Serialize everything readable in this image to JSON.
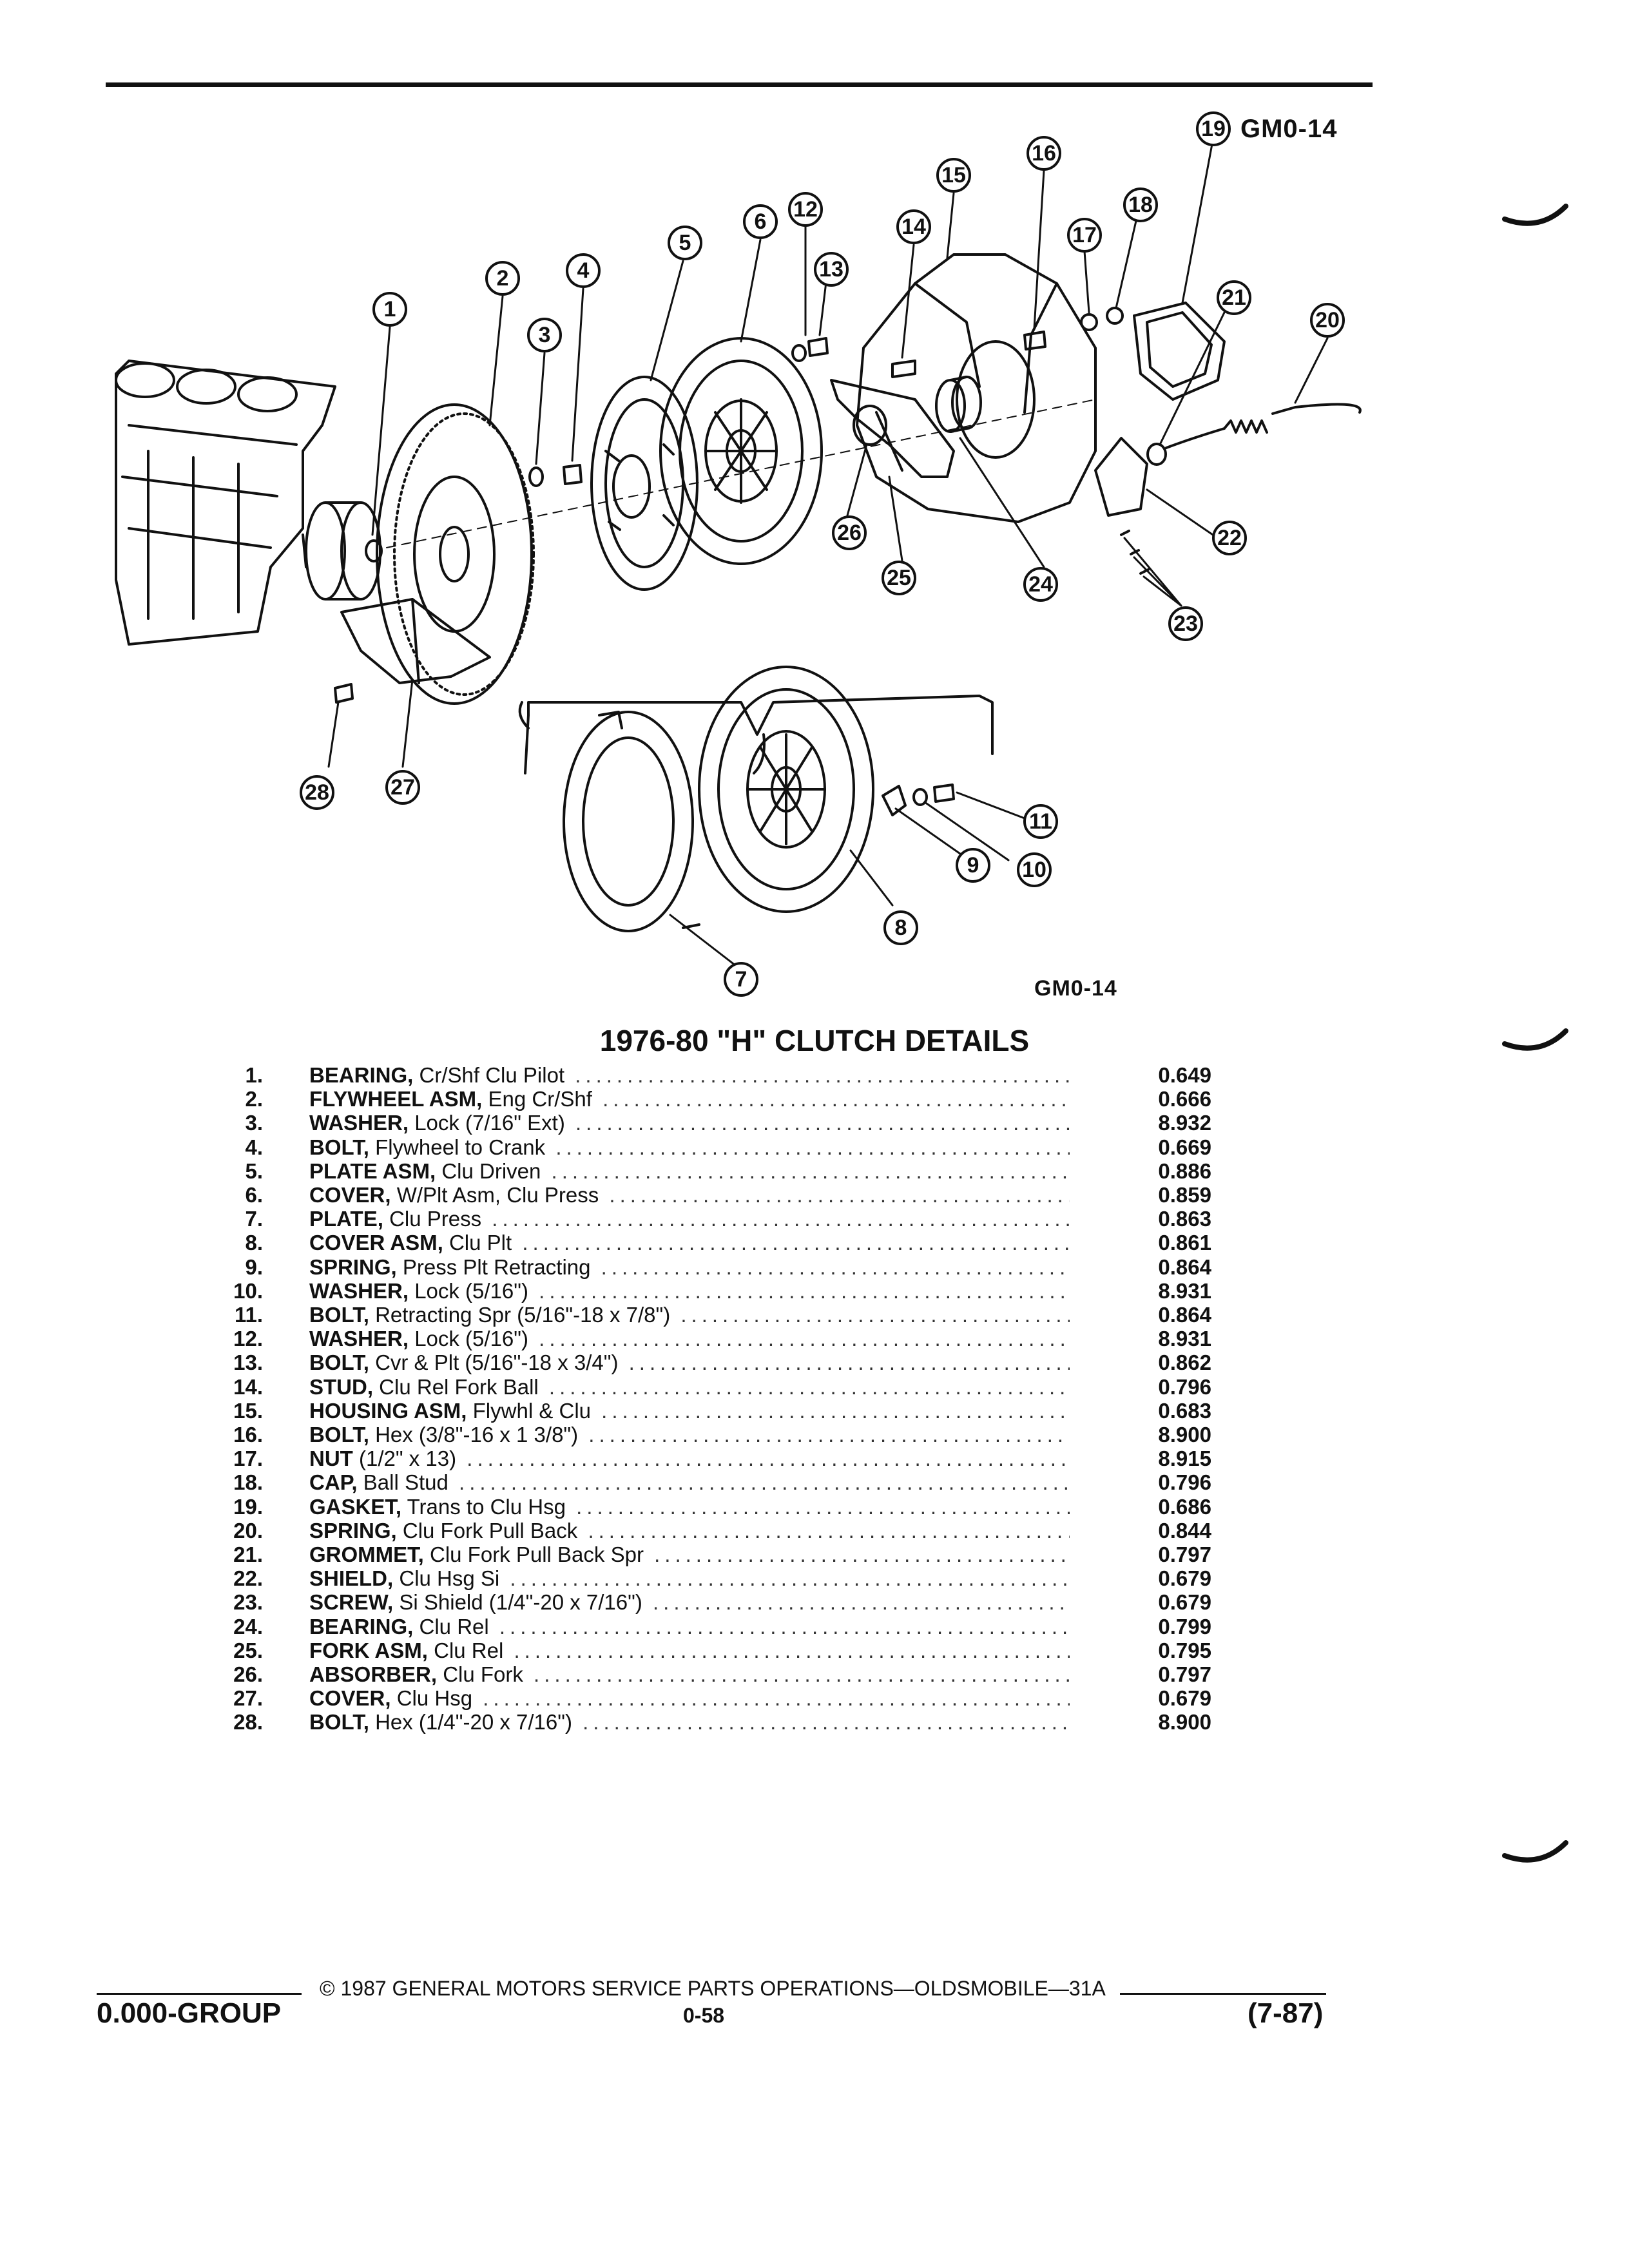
{
  "figure": {
    "code_top": "GM0-14",
    "code_bottom": "GM0-14",
    "callouts": [
      "1",
      "2",
      "3",
      "4",
      "5",
      "6",
      "7",
      "8",
      "9",
      "10",
      "11",
      "12",
      "13",
      "14",
      "15",
      "16",
      "17",
      "18",
      "19",
      "20",
      "21",
      "22",
      "23",
      "24",
      "25",
      "26",
      "27",
      "28"
    ]
  },
  "title": "1976-80 \"H\" CLUTCH DETAILS",
  "parts": [
    {
      "num": "1.",
      "name": "BEARING,",
      "desc": "Cr/Shf Clu Pilot",
      "code": "0.649"
    },
    {
      "num": "2.",
      "name": "FLYWHEEL ASM,",
      "desc": "Eng Cr/Shf",
      "code": "0.666"
    },
    {
      "num": "3.",
      "name": "WASHER,",
      "desc": "Lock (7/16\" Ext)",
      "code": "8.932"
    },
    {
      "num": "4.",
      "name": "BOLT,",
      "desc": "Flywheel to Crank",
      "code": "0.669"
    },
    {
      "num": "5.",
      "name": "PLATE ASM,",
      "desc": "Clu Driven",
      "code": "0.886"
    },
    {
      "num": "6.",
      "name": "COVER,",
      "desc": "W/Plt Asm, Clu Press",
      "code": "0.859"
    },
    {
      "num": "7.",
      "name": "PLATE,",
      "desc": "Clu Press",
      "code": "0.863"
    },
    {
      "num": "8.",
      "name": "COVER ASM,",
      "desc": "Clu Plt",
      "code": "0.861"
    },
    {
      "num": "9.",
      "name": "SPRING,",
      "desc": "Press Plt Retracting",
      "code": "0.864"
    },
    {
      "num": "10.",
      "name": "WASHER,",
      "desc": "Lock (5/16\")",
      "code": "8.931"
    },
    {
      "num": "11.",
      "name": "BOLT,",
      "desc": "Retracting Spr (5/16\"-18 x 7/8\")",
      "code": "0.864"
    },
    {
      "num": "12.",
      "name": "WASHER,",
      "desc": "Lock (5/16\")",
      "code": "8.931"
    },
    {
      "num": "13.",
      "name": "BOLT,",
      "desc": "Cvr & Plt (5/16\"-18 x 3/4\")",
      "code": "0.862"
    },
    {
      "num": "14.",
      "name": "STUD,",
      "desc": "Clu Rel Fork Ball",
      "code": "0.796"
    },
    {
      "num": "15.",
      "name": "HOUSING ASM,",
      "desc": "Flywhl & Clu",
      "code": "0.683"
    },
    {
      "num": "16.",
      "name": "BOLT,",
      "desc": "Hex (3/8\"-16 x 1 3/8\")",
      "code": "8.900"
    },
    {
      "num": "17.",
      "name": "NUT",
      "desc": "(1/2\" x 13)",
      "code": "8.915"
    },
    {
      "num": "18.",
      "name": "CAP,",
      "desc": "Ball Stud",
      "code": "0.796"
    },
    {
      "num": "19.",
      "name": "GASKET,",
      "desc": "Trans to Clu Hsg",
      "code": "0.686"
    },
    {
      "num": "20.",
      "name": "SPRING,",
      "desc": "Clu Fork Pull Back",
      "code": "0.844"
    },
    {
      "num": "21.",
      "name": "GROMMET,",
      "desc": "Clu Fork Pull Back Spr",
      "code": "0.797"
    },
    {
      "num": "22.",
      "name": "SHIELD,",
      "desc": "Clu Hsg Si",
      "code": "0.679"
    },
    {
      "num": "23.",
      "name": "SCREW,",
      "desc": "Si Shield (1/4\"-20 x 7/16\")",
      "code": "0.679"
    },
    {
      "num": "24.",
      "name": "BEARING,",
      "desc": "Clu Rel",
      "code": "0.799"
    },
    {
      "num": "25.",
      "name": "FORK ASM,",
      "desc": "Clu Rel",
      "code": "0.795"
    },
    {
      "num": "26.",
      "name": "ABSORBER,",
      "desc": "Clu Fork",
      "code": "0.797"
    },
    {
      "num": "27.",
      "name": "COVER,",
      "desc": "Clu Hsg",
      "code": "0.679"
    },
    {
      "num": "28.",
      "name": "BOLT,",
      "desc": "Hex (1/4\"-20 x 7/16\")",
      "code": "8.900"
    }
  ],
  "footer": {
    "copyright": "© 1987 GENERAL MOTORS SERVICE PARTS OPERATIONS—OLDSMOBILE—31A",
    "group": "0.000-GROUP",
    "page": "0-58",
    "date": "(7-87)"
  }
}
